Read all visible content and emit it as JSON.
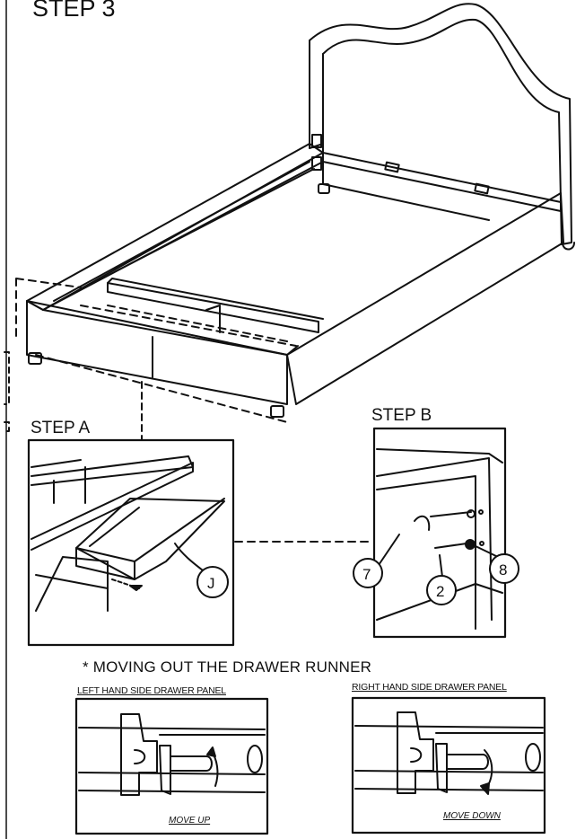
{
  "step_title": "STEP 3",
  "step_a": {
    "label": "STEP A",
    "callouts": {
      "drawer": "J"
    }
  },
  "step_b": {
    "label": "STEP B",
    "callouts": {
      "a": "7",
      "b": "2",
      "c": "8"
    }
  },
  "runner": {
    "heading": "* MOVING OUT THE DRAWER RUNNER",
    "left": {
      "caption": "LEFT HAND SIDE DRAWER PANEL",
      "instruction": "MOVE UP"
    },
    "right": {
      "caption": "RIGHT HAND SIDE DRAWER PANEL",
      "instruction": "MOVE DOWN"
    }
  }
}
